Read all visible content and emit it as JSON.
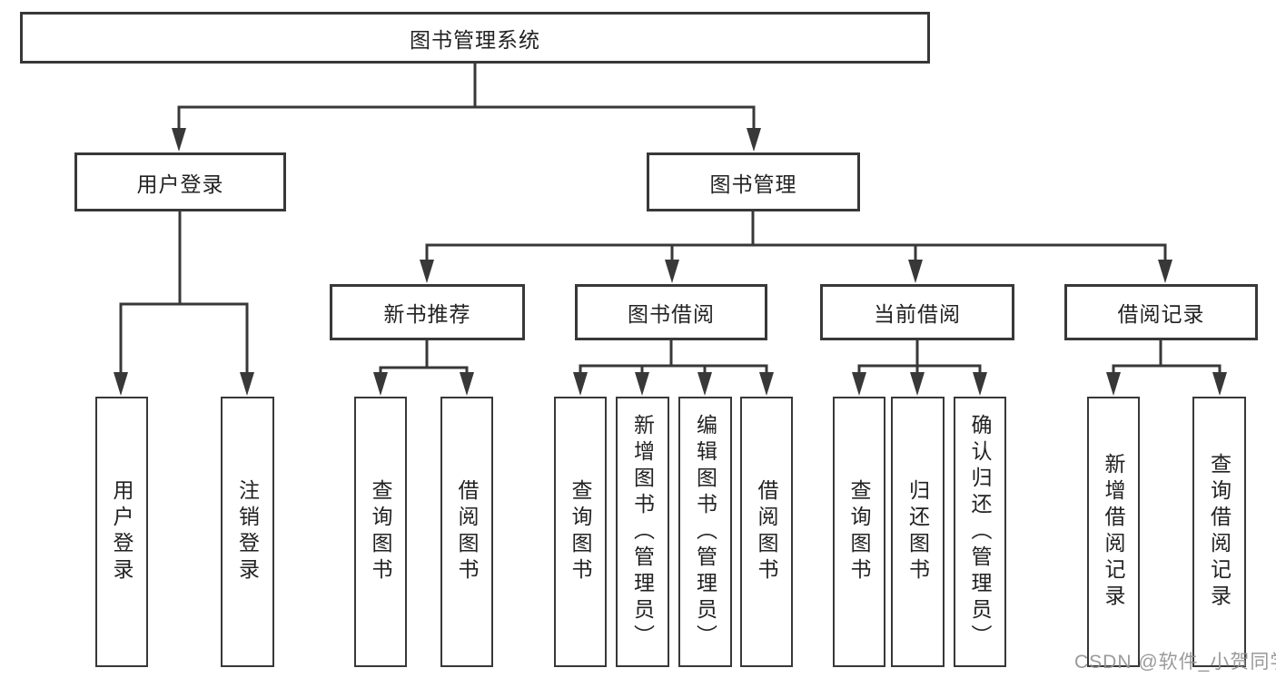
{
  "diagram": {
    "root": "图书管理系统",
    "level2": [
      "用户登录",
      "图书管理"
    ],
    "level3": [
      "新书推荐",
      "图书借阅",
      "当前借阅",
      "借阅记录"
    ],
    "leaves": {
      "user_login": [
        "用户登录",
        "注销登录"
      ],
      "new_books": [
        "查询图书",
        "借阅图书"
      ],
      "book_borrowing": [
        "查询图书",
        "新增图书（管理员）",
        "编辑图书（管理员）",
        "借阅图书"
      ],
      "current_borrowing": [
        "查询图书",
        "归还图书",
        "确认归还（管理员）"
      ],
      "records": [
        "新增借阅记录",
        "查询借阅记录"
      ]
    }
  },
  "watermark": {
    "text": "CSDN @软件_小贺同学"
  },
  "colors": {
    "background": "#ffffff",
    "box_border": "#383838",
    "connector_line": "#383838",
    "text": "#222222",
    "watermark": "#919191"
  }
}
